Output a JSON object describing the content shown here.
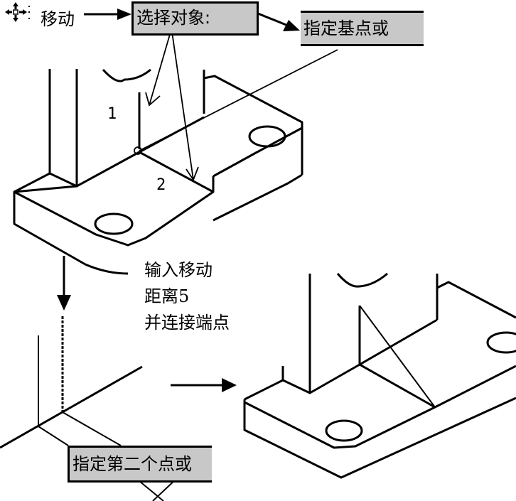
{
  "diagram": {
    "move_icon": "move-cross-arrows-icon",
    "command_label": "移动",
    "prompts": {
      "select_objects": "选择对象:",
      "specify_base_point": "指定基点或",
      "specify_second_point": "指定第二个点或"
    },
    "annotation_lines": [
      "输入移动",
      "距离5",
      "并连接端点"
    ],
    "point_labels": [
      "1",
      "2"
    ],
    "colors": {
      "prompt_bg": "#c8c8c8",
      "line": "#000000",
      "background": "#ffffff"
    }
  }
}
